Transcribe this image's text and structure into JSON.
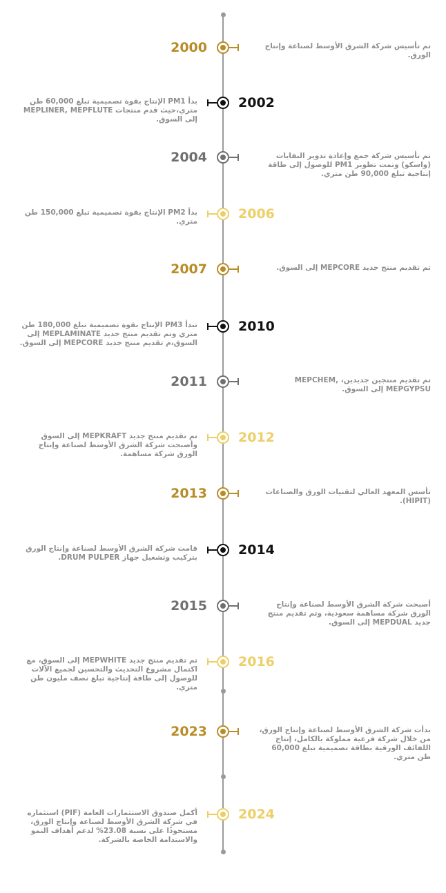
{
  "colors": {
    "gold": "#b88c27",
    "black": "#111111",
    "grey": "#707070",
    "light": "#eccf67",
    "line": "#9a9a9a",
    "text": "#8e8e8e"
  },
  "timeline": [
    {
      "year": "2000",
      "text": "تم تأسيس شركة الشرق الأوسط لصناعة وإنتاج الورق.",
      "color": "gold",
      "year_side": "left"
    },
    {
      "year": "2002",
      "text": "بدأ PM1 الإنتاج بقوة تصميمية تبلغ 60,000 طن متري،حيث قدم منتجات MEPLINER, MEPFLUTE إلى السوق.",
      "color": "black",
      "year_side": "right"
    },
    {
      "year": "2004",
      "text": "تم تأسيس شركة جمع وإعادة تدوير النفايات (واسكو) وتمت تطوير PM1 للوصول إلى طاقة إنتاجية تبلغ 90,000 طن متري.",
      "color": "grey",
      "year_side": "left"
    },
    {
      "year": "2006",
      "text": "بدأ PM2 الإنتاج بقوة تصميمية تبلغ 150,000 طن متري.",
      "color": "light",
      "year_side": "right"
    },
    {
      "year": "2007",
      "text": "تم تقديم منتج جديد MEPCORE إلى السوق.",
      "color": "gold",
      "year_side": "left"
    },
    {
      "year": "2010",
      "text": "تبدأ PM3 الإنتاج بقوة تصميمية تبلغ 180,000 طن متري وتم تقديم منتج جديد MEPLAMINATE إلى السوق،م تقديم منتج جديد MEPCORE إلى السوق.",
      "color": "black",
      "year_side": "right"
    },
    {
      "year": "2011",
      "text": "تم تقديم منتجين جديدين، MEPCHEM, MEPGYPSU إلى السوق.",
      "color": "grey",
      "year_side": "left"
    },
    {
      "year": "2012",
      "text": "تم تقديم منتج جديد MEPKRAFT إلى السوق وأصبحت شركة الشرق الأوسط لصناعة وإنتاج الورق شركة مساهمة.",
      "color": "light",
      "year_side": "right"
    },
    {
      "year": "2013",
      "text": "تأسس المعهد العالي لتقنيات الورق والصناعات (HIPIT).",
      "color": "gold",
      "year_side": "left"
    },
    {
      "year": "2014",
      "text": "قامت شركة الشرق الأوسط لصناعة وإنتاج الورق بتركيب وتشغيل جهاز DRUM PULPER.",
      "color": "black",
      "year_side": "right"
    },
    {
      "year": "2015",
      "text": "أصبحت شركة الشرق الأوسط لصناعة وإنتاج الورق شركة مساهمة سعودية، وتم تقديم منتج جديد MEPDUAL إلى السوق.",
      "color": "grey",
      "year_side": "left"
    },
    {
      "year": "2016",
      "text": "تم تقديم منتج جديد MEPWHITE إلى السوق، مع اكتمال مشروع التحديث والتحسين لجميع الآلات للوصول إلى طاقة إنتاجية تبلغ نصف مليون طن متري.",
      "color": "light",
      "year_side": "right"
    },
    {
      "year": "2023",
      "text": "بدأت شركة الشرق الأوسط لصناعة وإنتاج الورق، من خلال شركة فرعية مملوكة بالكامل، إنتاج اللفائف الورقية بطاقة تصميمية تبلغ 60,000 طن متري.",
      "color": "gold",
      "year_side": "left"
    },
    {
      "year": "2024",
      "text": "أكمل صندوق الاستثمارات العامة (PIF) استثماره في شركة الشرق الأوسط لصناعة وإنتاج الورق، مستحوذًا على نسبة 23.08% لدعم أهداف النمو والاستدامة الخاصة بالشركة.",
      "color": "light",
      "year_side": "right"
    }
  ]
}
